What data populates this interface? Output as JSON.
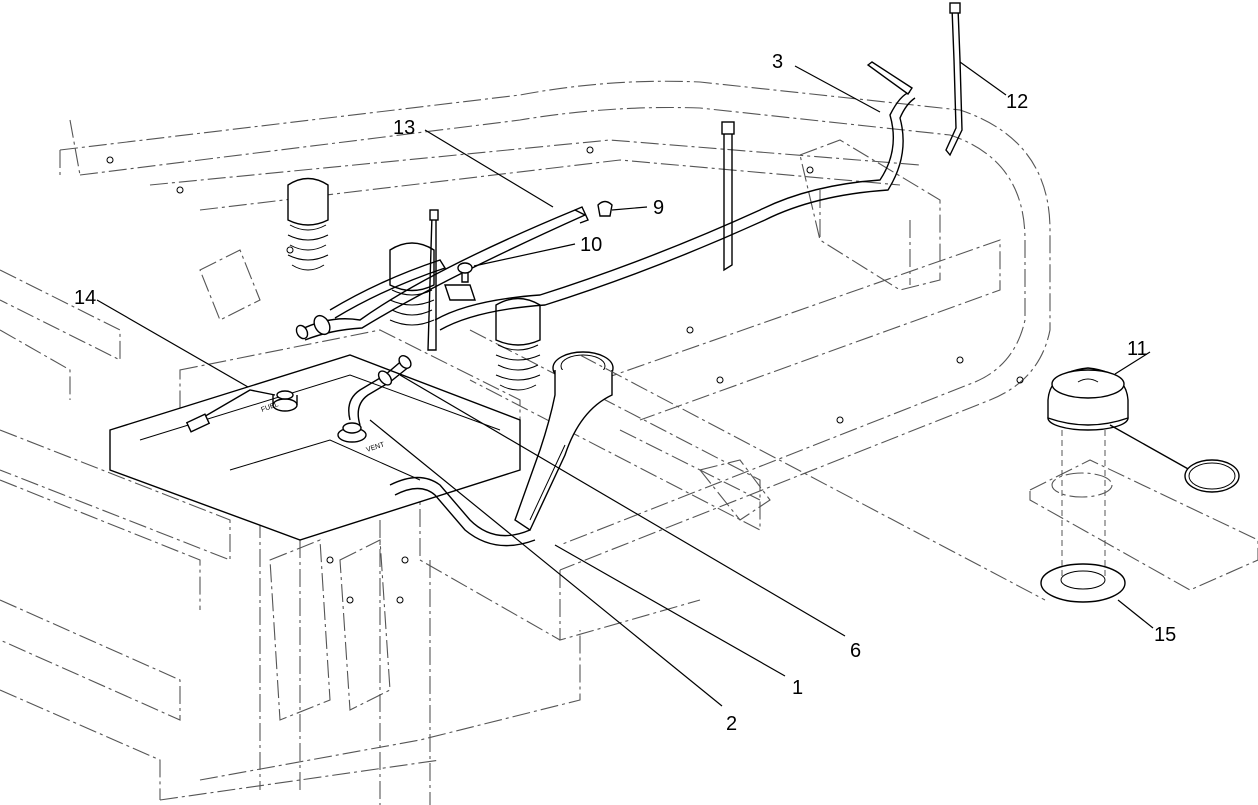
{
  "callouts": [
    {
      "id": "1",
      "label": "1"
    },
    {
      "id": "2",
      "label": "2"
    },
    {
      "id": "3",
      "label": "3"
    },
    {
      "id": "6",
      "label": "6"
    },
    {
      "id": "9",
      "label": "9"
    },
    {
      "id": "10",
      "label": "10"
    },
    {
      "id": "11",
      "label": "11"
    },
    {
      "id": "12",
      "label": "12"
    },
    {
      "id": "13",
      "label": "13"
    },
    {
      "id": "14",
      "label": "14"
    },
    {
      "id": "15",
      "label": "15"
    }
  ],
  "part_markings": {
    "fuel": "FUEL",
    "vent": "VENT"
  }
}
